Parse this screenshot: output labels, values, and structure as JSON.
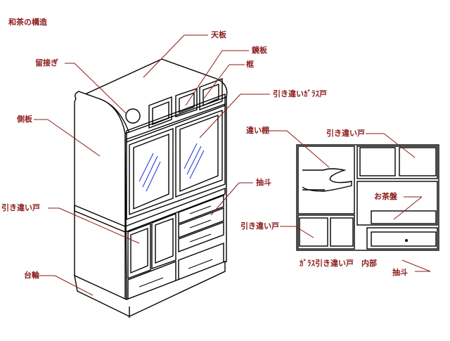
{
  "title": "和茶の構造",
  "labels": {
    "tenita": "天板",
    "kagamiita": "鏡板",
    "tomeawase": "留接ぎ",
    "kamachi": "框",
    "garasudo": "引き違いｶﾞﾗｽ戸",
    "sokuban": "側板",
    "chigaidana": "違い棚",
    "hikidashi_mid": "抽斗",
    "hikichigaido_left": "引き違い戸",
    "daiwa": "台輪",
    "hikichigaido_right_top": "引き違い戸",
    "ochabon": "お茶盤",
    "hikichigaido_right_bottom": "引き違い戸",
    "interior_caption": "ｶﾞﾗｽ引き違い戸　内部",
    "hikidashi_right": "抽斗"
  },
  "colors": {
    "label": "#8b1a1a",
    "line": "#000000",
    "glass": "#1a2fd6"
  }
}
